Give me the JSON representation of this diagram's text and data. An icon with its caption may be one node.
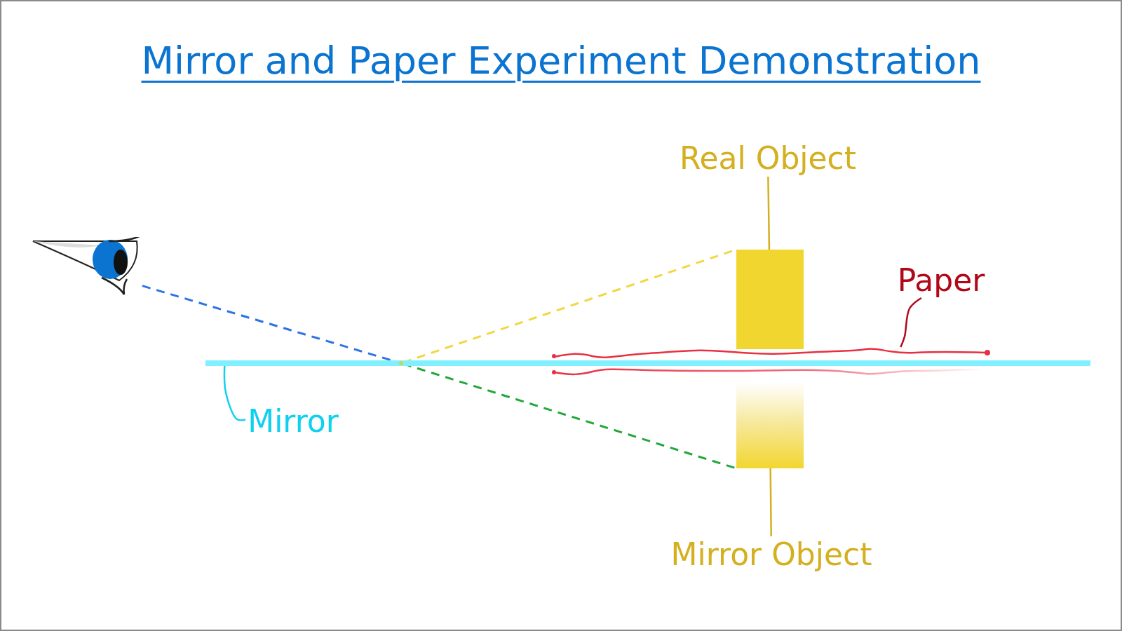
{
  "diagram": {
    "title": "Mirror and Paper Experiment Demonstration",
    "nodes": [
      {
        "text": [],
        "shape": "picture"
      },
      {
        "text": [
          "Real Object"
        ]
      },
      {
        "text": [],
        "shape": "box"
      },
      {
        "text": [
          "Mirror Object"
        ]
      },
      {
        "text": [],
        "shape": "box"
      },
      {
        "text": [
          "Paper"
        ]
      },
      {
        "text": [],
        "shape": "picture"
      },
      {
        "text": [
          "Mirror"
        ]
      },
      {
        "text": [],
        "shape": "bar"
      },
      {
        "text": [],
        "shape": "circle",
        "in": 8
      }
    ],
    "edges": [
      {
        "from": 0,
        "to": 9,
        "arrow": "none",
        "style": "dashed",
        "color": "#2a72e6"
      },
      {
        "from": 9,
        "to": 2,
        "arrow": "none",
        "style": "dashed",
        "color": "#f0d840"
      },
      {
        "from": 9,
        "to": 4,
        "arrow": "none",
        "style": "dashed",
        "color": "#22a83a"
      },
      {
        "from": 1,
        "to": 2,
        "arrow": "none",
        "color": "#d4b020"
      },
      {
        "from": 3,
        "to": 4,
        "arrow": "none",
        "color": "#d4b020"
      },
      {
        "from": 5,
        "to": 6,
        "arrow": "none",
        "color": "#b00818"
      },
      {
        "from": 7,
        "to": 8,
        "arrow": "none",
        "color": "#10d0f0"
      }
    ]
  }
}
